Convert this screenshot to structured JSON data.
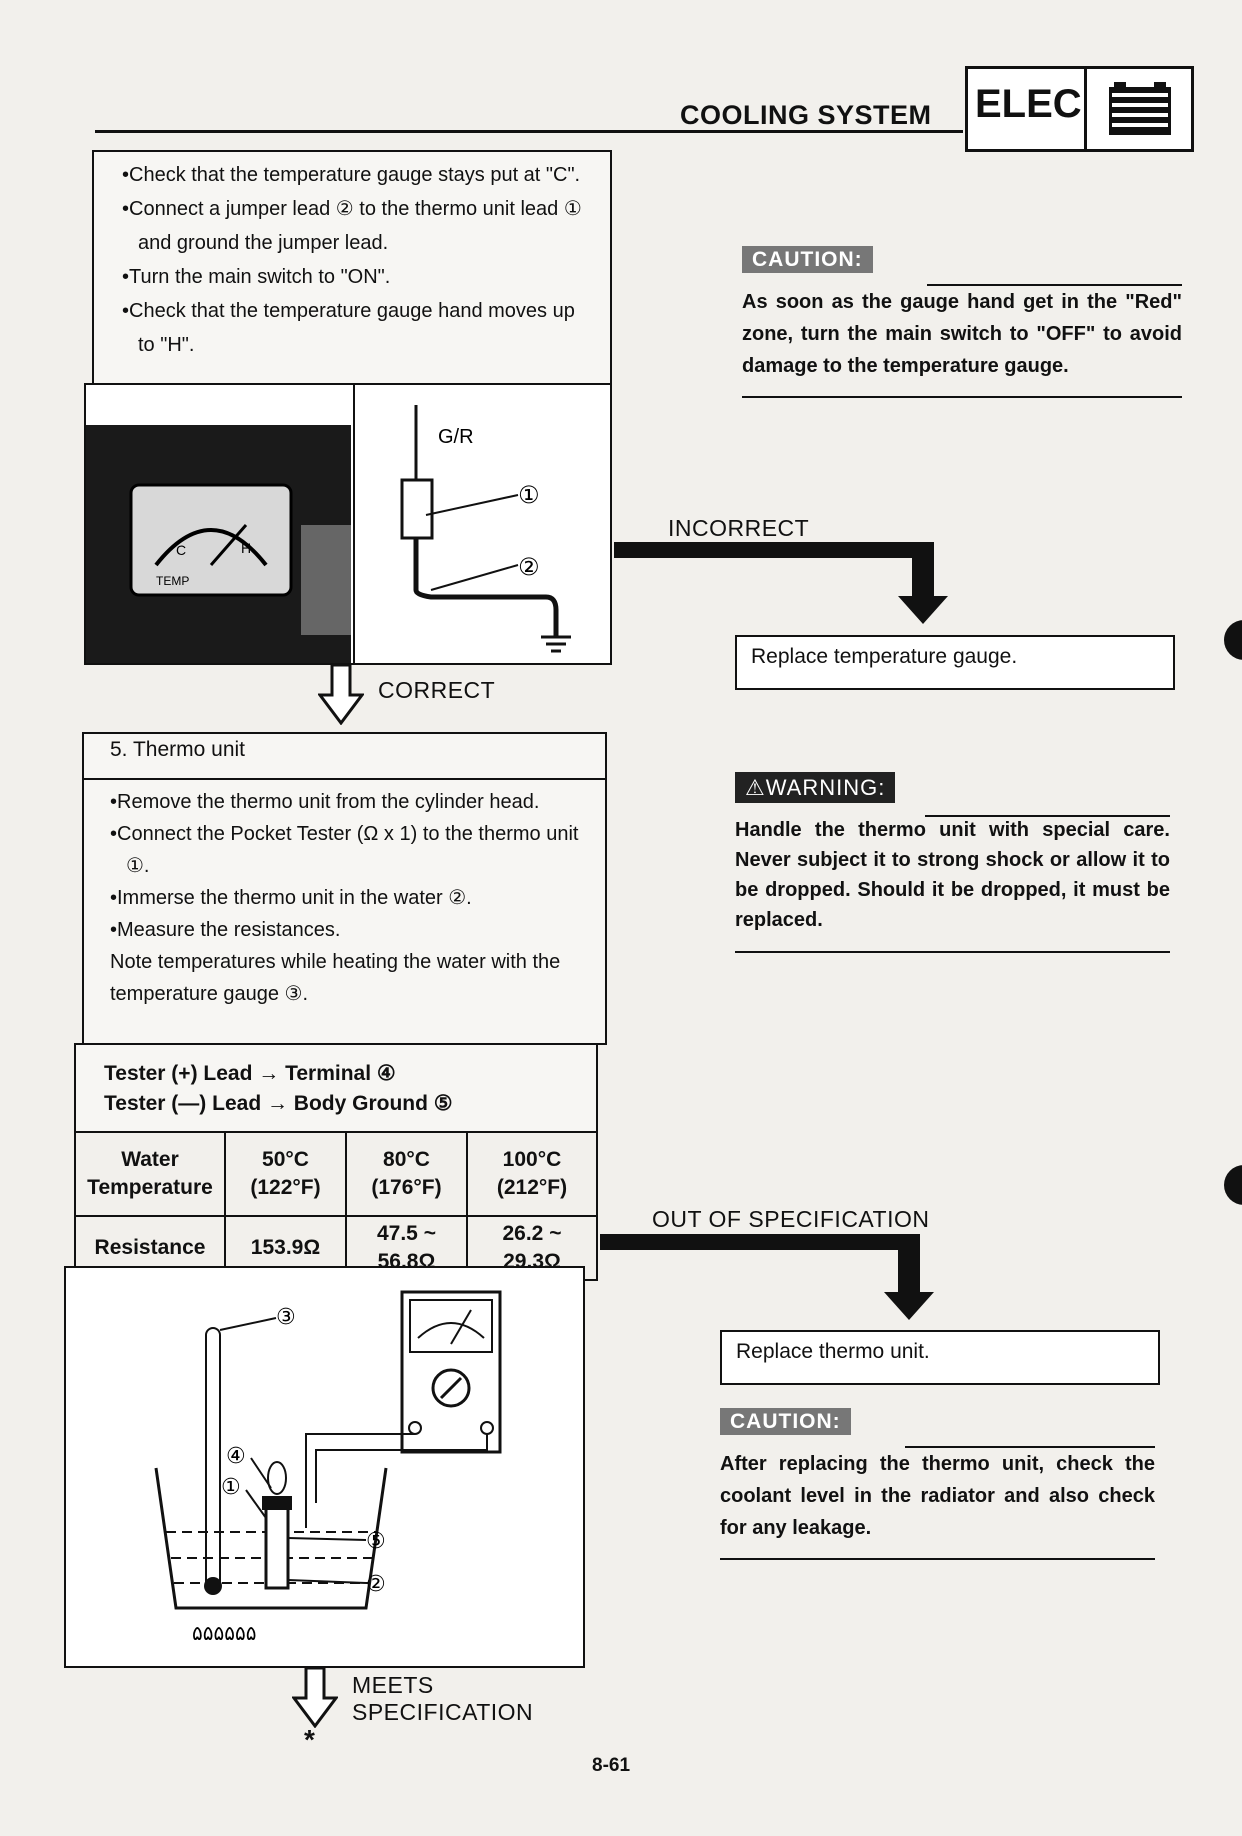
{
  "header": {
    "section_title": "COOLING SYSTEM",
    "tab_label": "ELEC",
    "tab_icon": "battery-icon"
  },
  "gauge_check": {
    "steps": [
      "•Check that the temperature gauge stays put at \"C\".",
      "•Connect a jumper lead ② to the thermo unit lead ① and ground the jumper lead.",
      "•Turn the main switch to \"ON\".",
      "•Check that the temperature gauge hand moves up to \"H\"."
    ],
    "diagram": {
      "wire_label": "G/R",
      "callout_1": "①",
      "callout_2": "②",
      "gauge_c": "C",
      "gauge_h": "H",
      "gauge_temp": "TEMP"
    }
  },
  "caution_1": {
    "tag": "CAUTION:",
    "text": "As soon as the gauge hand get in the \"Red\" zone, turn the main switch to \"OFF\" to avoid damage to the temperature gauge."
  },
  "incorrect_flow": {
    "label": "INCORRECT",
    "result": "Replace temperature gauge."
  },
  "correct_flow": {
    "label": "CORRECT"
  },
  "thermo_unit": {
    "title": "5. Thermo unit",
    "steps": [
      "•Remove the thermo unit from the cylinder head.",
      "•Connect the Pocket Tester (Ω x 1) to the thermo unit ①.",
      "•Immerse the thermo unit in the water ②.",
      "•Measure the resistances."
    ],
    "note": "Note temperatures while heating the water with the temperature gauge ③.",
    "leads": [
      "Tester (+) Lead → Terminal ④",
      "Tester (—) Lead → Body Ground ⑤"
    ],
    "table": {
      "row1_header": "Water Temperature",
      "temps": [
        "50°C (122°F)",
        "80°C (176°F)",
        "100°C (212°F)"
      ],
      "row2_header": "Resistance",
      "resistances": [
        "153.9Ω",
        "47.5 ~ 56.8Ω",
        "26.2 ~ 29.3Ω"
      ]
    },
    "diagram": {
      "c3": "③",
      "c4": "④",
      "c1": "①",
      "c5": "⑤",
      "c2": "②",
      "flames": "۵۵۵۵۵۵"
    }
  },
  "warning": {
    "tag": "⚠WARNING:",
    "text": "Handle the thermo unit with special care. Never subject it to strong shock or allow it to be dropped. Should it be dropped, it must be replaced."
  },
  "out_of_spec_flow": {
    "label": "OUT OF SPECIFICATION",
    "result": "Replace thermo unit."
  },
  "caution_2": {
    "tag": "CAUTION:",
    "text": "After replacing the thermo unit, check the coolant level in the radiator and also check for any leakage."
  },
  "meets_flow": {
    "label_1": "MEETS",
    "label_2": "SPECIFICATION",
    "mark": "*"
  },
  "page_number": "8-61"
}
